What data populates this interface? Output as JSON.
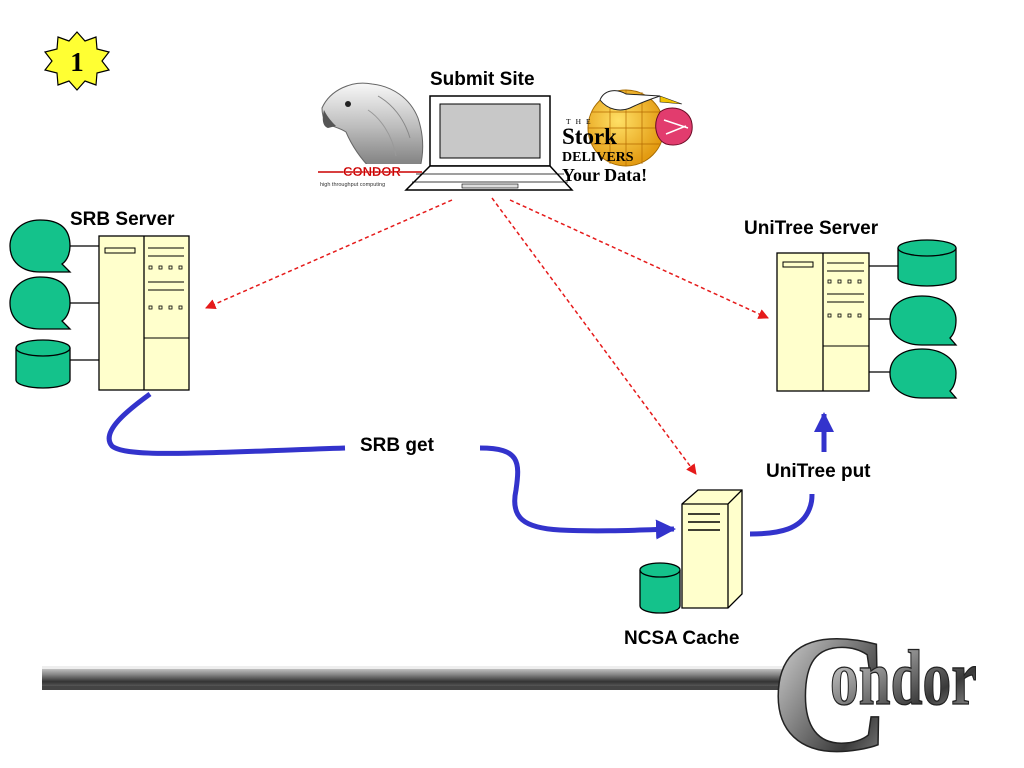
{
  "slide": {
    "step_badge": "1",
    "labels": {
      "submit_site": "Submit Site",
      "srb_server": "SRB Server",
      "unitree_server": "UniTree Server",
      "srb_get": "SRB get",
      "unitree_put": "UniTree put",
      "ncsa_cache": "NCSA Cache"
    },
    "condor_logo": {
      "wordmark": "CONDOR",
      "tagline": "high throughput computing"
    },
    "stork_logo": {
      "the": "THE",
      "name": "Stork",
      "line2": "DELIVERS",
      "line3": "Your Data!"
    },
    "condor_brand": {
      "first_letter": "C",
      "rest": "ondor"
    },
    "colors": {
      "badge_fill": "#ffff33",
      "server_fill": "#ffffcc",
      "disk_fill": "#14c28b",
      "transfer_line": "#3333cc",
      "control_arrow": "#e51a1a"
    }
  }
}
